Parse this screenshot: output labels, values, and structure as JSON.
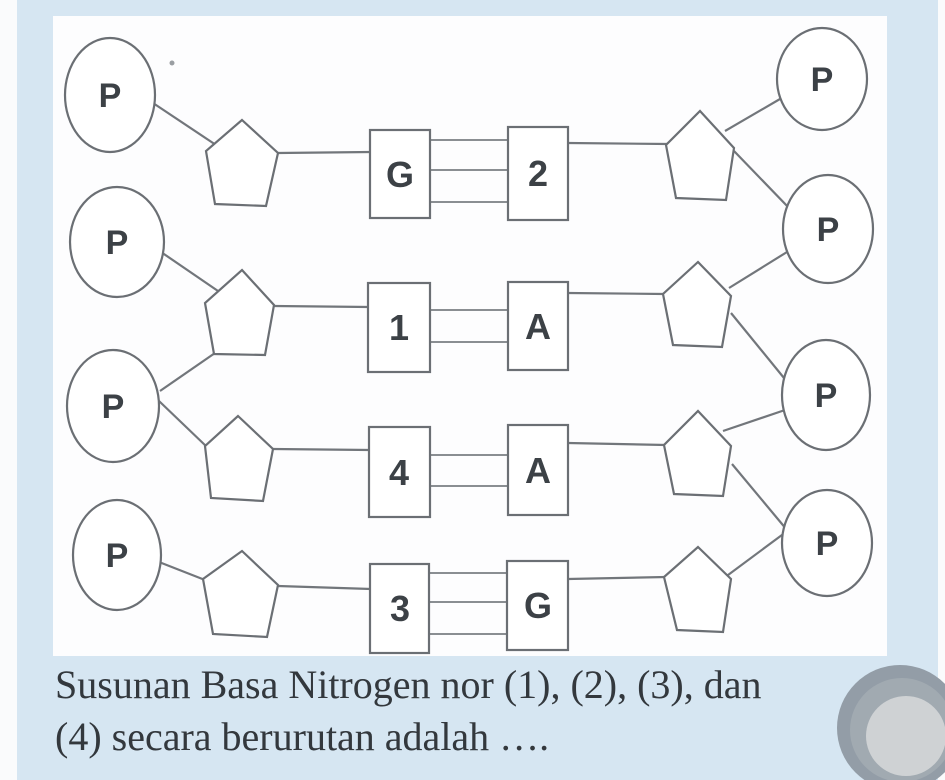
{
  "question": {
    "line1": "Susunan Basa Nitrogen nor (1), (2), (3), dan",
    "line2": "(4) secara berurutan adalah …."
  },
  "diagram": {
    "phosphate_label": "P",
    "pairs": [
      {
        "no": 1,
        "left_base": "G",
        "right_base": "2",
        "hydrogen_bonds": 3
      },
      {
        "no": 2,
        "left_base": "1",
        "right_base": "A",
        "hydrogen_bonds": 2
      },
      {
        "no": 3,
        "left_base": "4",
        "right_base": "A",
        "hydrogen_bonds": 2
      },
      {
        "no": 4,
        "left_base": "3",
        "right_base": "G",
        "hydrogen_bonds": 3
      }
    ]
  },
  "colors": {
    "background": "#d6e6f2",
    "panel": "#fdfdfe",
    "diagram_line": "#6b6f74",
    "text": "#33383d",
    "logo_outer": "#939da7",
    "logo_mid": "#a1aab1",
    "logo_inner": "#cfd2d4"
  }
}
